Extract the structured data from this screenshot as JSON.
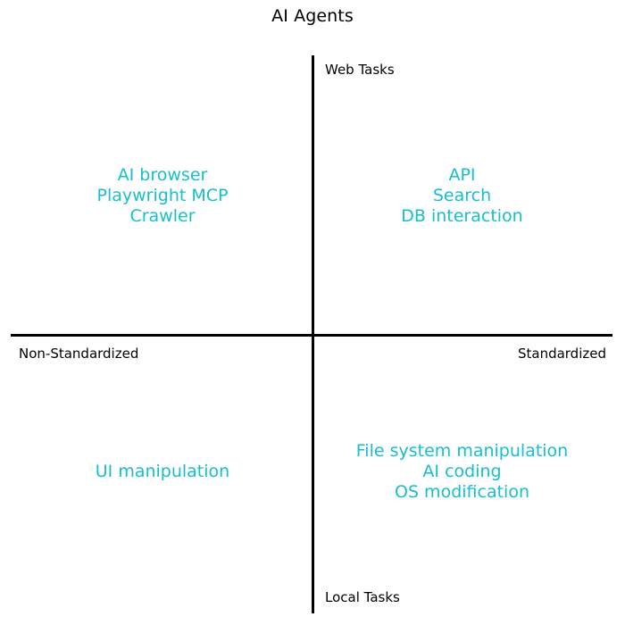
{
  "chart_data": {
    "type": "scatter",
    "title": "AI Agents",
    "xlabel": "",
    "ylabel": "",
    "grid": false,
    "legend": null,
    "axes": {
      "vertical": {
        "top_label": "Web Tasks",
        "bottom_label": "Local Tasks"
      },
      "horizontal": {
        "left_label": "Non-Standardized",
        "right_label": "Standardized"
      }
    },
    "quadrants": [
      {
        "id": "top-left",
        "x_pole": "Non-Standardized",
        "y_pole": "Web Tasks",
        "items": [
          "AI browser",
          "Playwright MCP",
          "Crawler"
        ]
      },
      {
        "id": "top-right",
        "x_pole": "Standardized",
        "y_pole": "Web Tasks",
        "items": [
          "API",
          "Search",
          "DB interaction"
        ]
      },
      {
        "id": "bottom-left",
        "x_pole": "Non-Standardized",
        "y_pole": "Local Tasks",
        "items": [
          "UI manipulation"
        ]
      },
      {
        "id": "bottom-right",
        "x_pole": "Standardized",
        "y_pole": "Local Tasks",
        "items": [
          "File system manipulation",
          "AI coding",
          "OS modification"
        ]
      }
    ],
    "colors": {
      "item_text": "#17becf",
      "axis_line": "#000000",
      "label_text": "#000000",
      "background": "#ffffff"
    }
  }
}
